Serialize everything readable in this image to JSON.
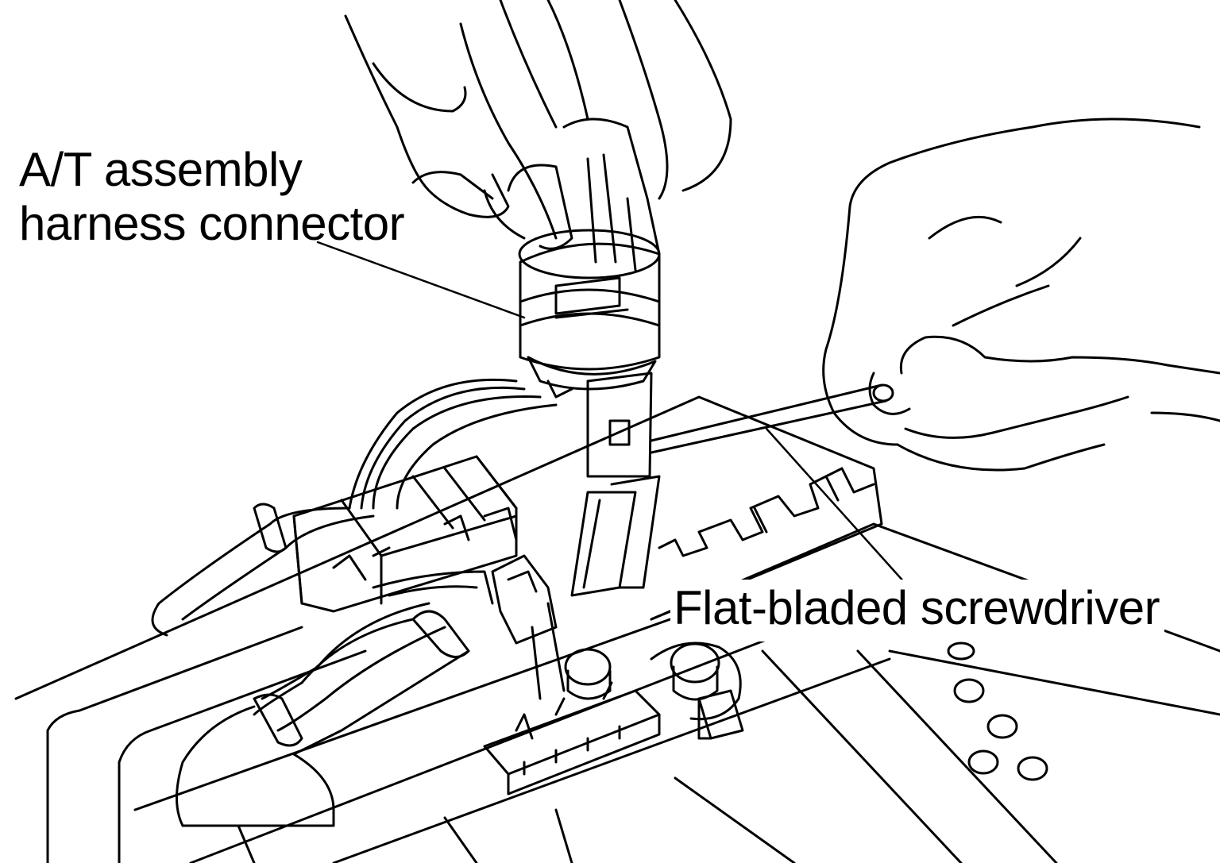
{
  "labels": {
    "connector_line1": "A/T assembly",
    "connector_line2": "harness connector",
    "screwdriver": "Flat-bladed screwdriver"
  },
  "colors": {
    "line": "#000000",
    "background": "#ffffff"
  }
}
